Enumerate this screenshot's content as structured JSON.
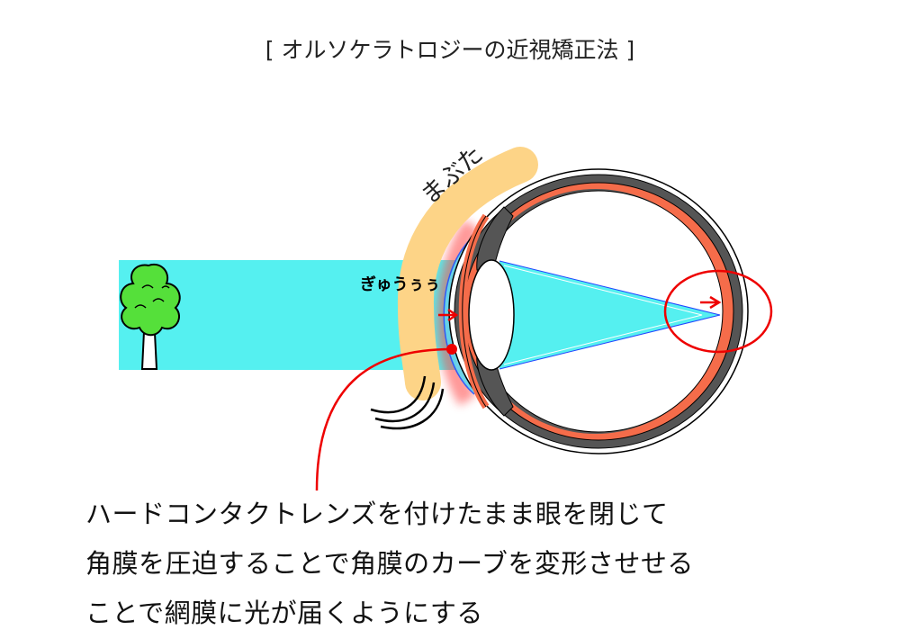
{
  "title": "[ オルソケラトロジーの近視矯正法 ]",
  "labels": {
    "eyelid": "まぶた",
    "squeeze": "ぎゅうぅぅ"
  },
  "caption": [
    "ハードコンタクトレンズを付けたまま眼を閉じて",
    "角膜を圧迫することで角膜のカーブを変形させせる",
    "ことで網膜に光が届くようにする"
  ],
  "colors": {
    "light_beam": "#55f0f0",
    "eyelid": "#fdd487",
    "retina": "#f56c4a",
    "choroid": "#555555",
    "annotation": "#ee0000",
    "tree": "#55e03a"
  }
}
